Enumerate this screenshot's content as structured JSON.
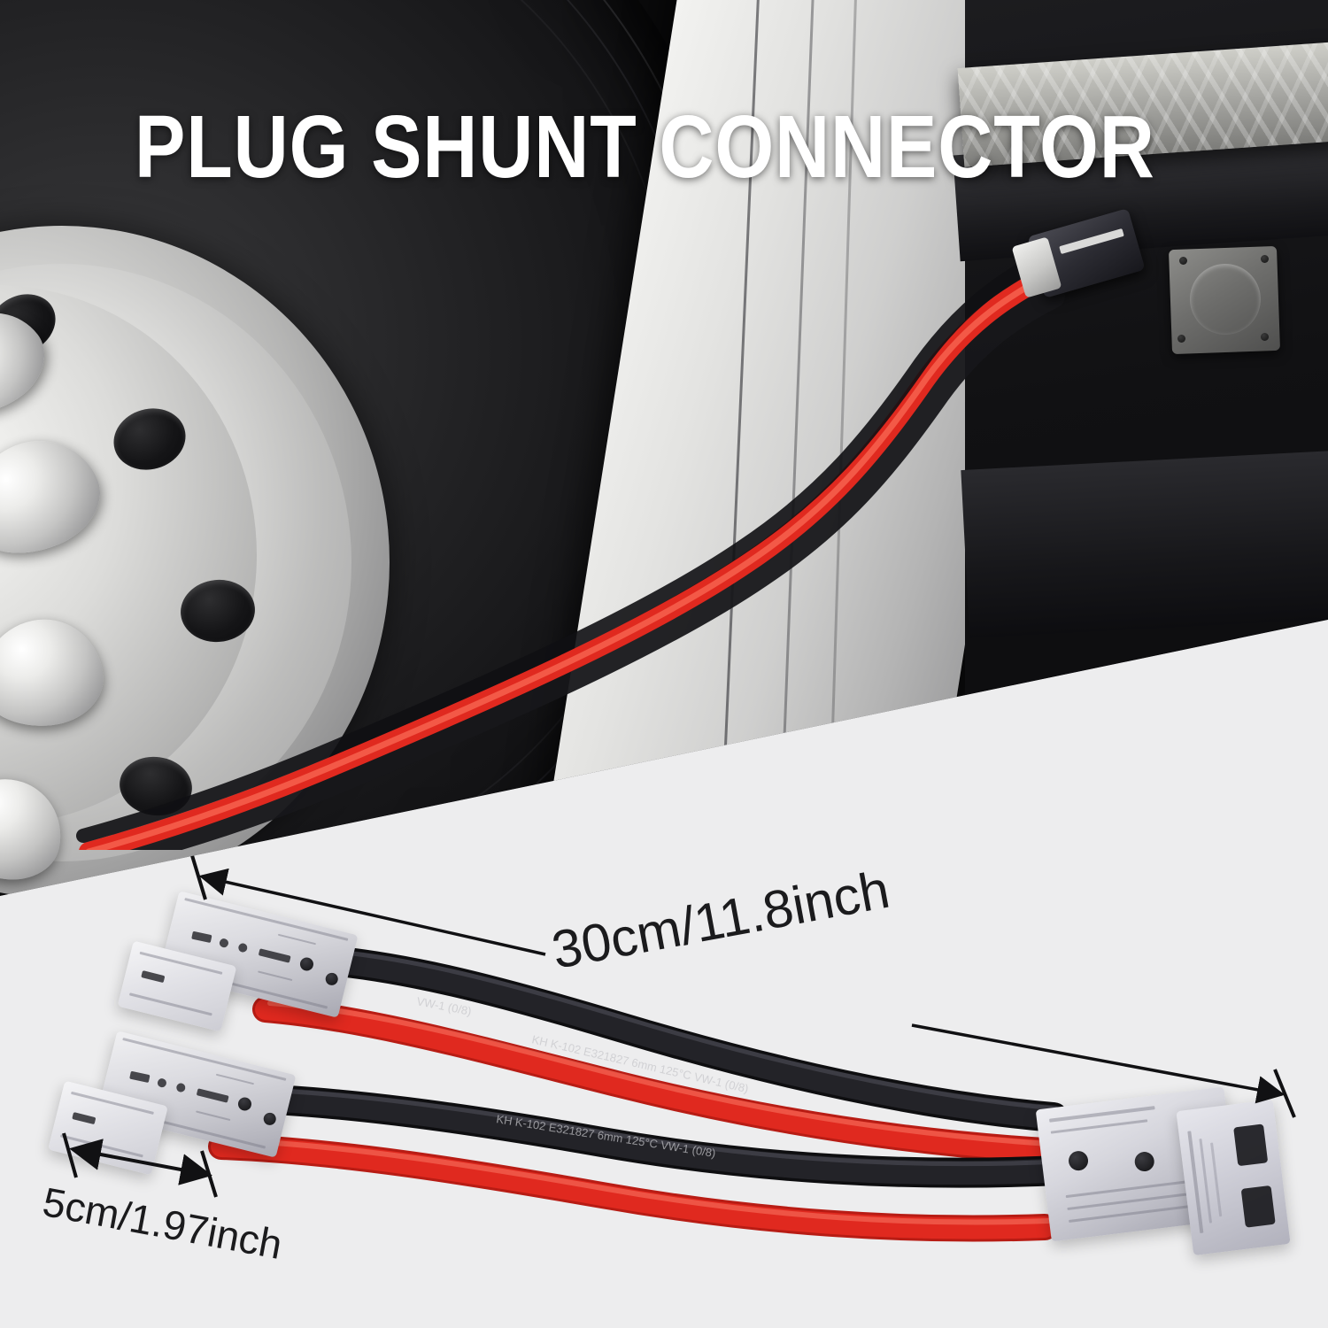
{
  "title": "PLUG SHUNT CONNECTOR",
  "photo": {
    "scene_alt": "Truck wheel and chassis with plug shunt connector installed",
    "elements": {
      "wheel": "polished-aluminum-truck-wheel",
      "tire": "heavy-duty-truck-tire",
      "fender": "white-trailer-fender-panel",
      "step": "diamond-plate-step",
      "socket": "round-metal-socket-plate",
      "connector": "installed-plug-connector",
      "cables": "red-and-black-power-cables"
    }
  },
  "product": {
    "alt": "Plug shunt connector splitter with two female connectors and one male connector",
    "connectors": {
      "left_count": 2,
      "right_count": 1,
      "body_color": "#d8d8de",
      "housing_type": "anderson-style-power-connector"
    },
    "cables": {
      "positive_color": "#e0291f",
      "negative_color": "#1b1b1e",
      "sleeve_color": "#232328",
      "marking": "KH K-102 E321827 6mm 125°C VW-1 (0/8)"
    }
  },
  "dimensions": {
    "length": {
      "label": "30cm/11.8inch",
      "cm": 30,
      "inch": 11.8
    },
    "width": {
      "label": "5cm/1.97inch",
      "cm": 5,
      "inch": 1.97
    }
  },
  "colors": {
    "panel_background": "#ededee",
    "title_text": "#ffffff",
    "dimension_text": "#1b1b1d",
    "cable_red": "#e0291f",
    "cable_black": "#1b1b1e",
    "connector_grey": "#d8d8de"
  }
}
